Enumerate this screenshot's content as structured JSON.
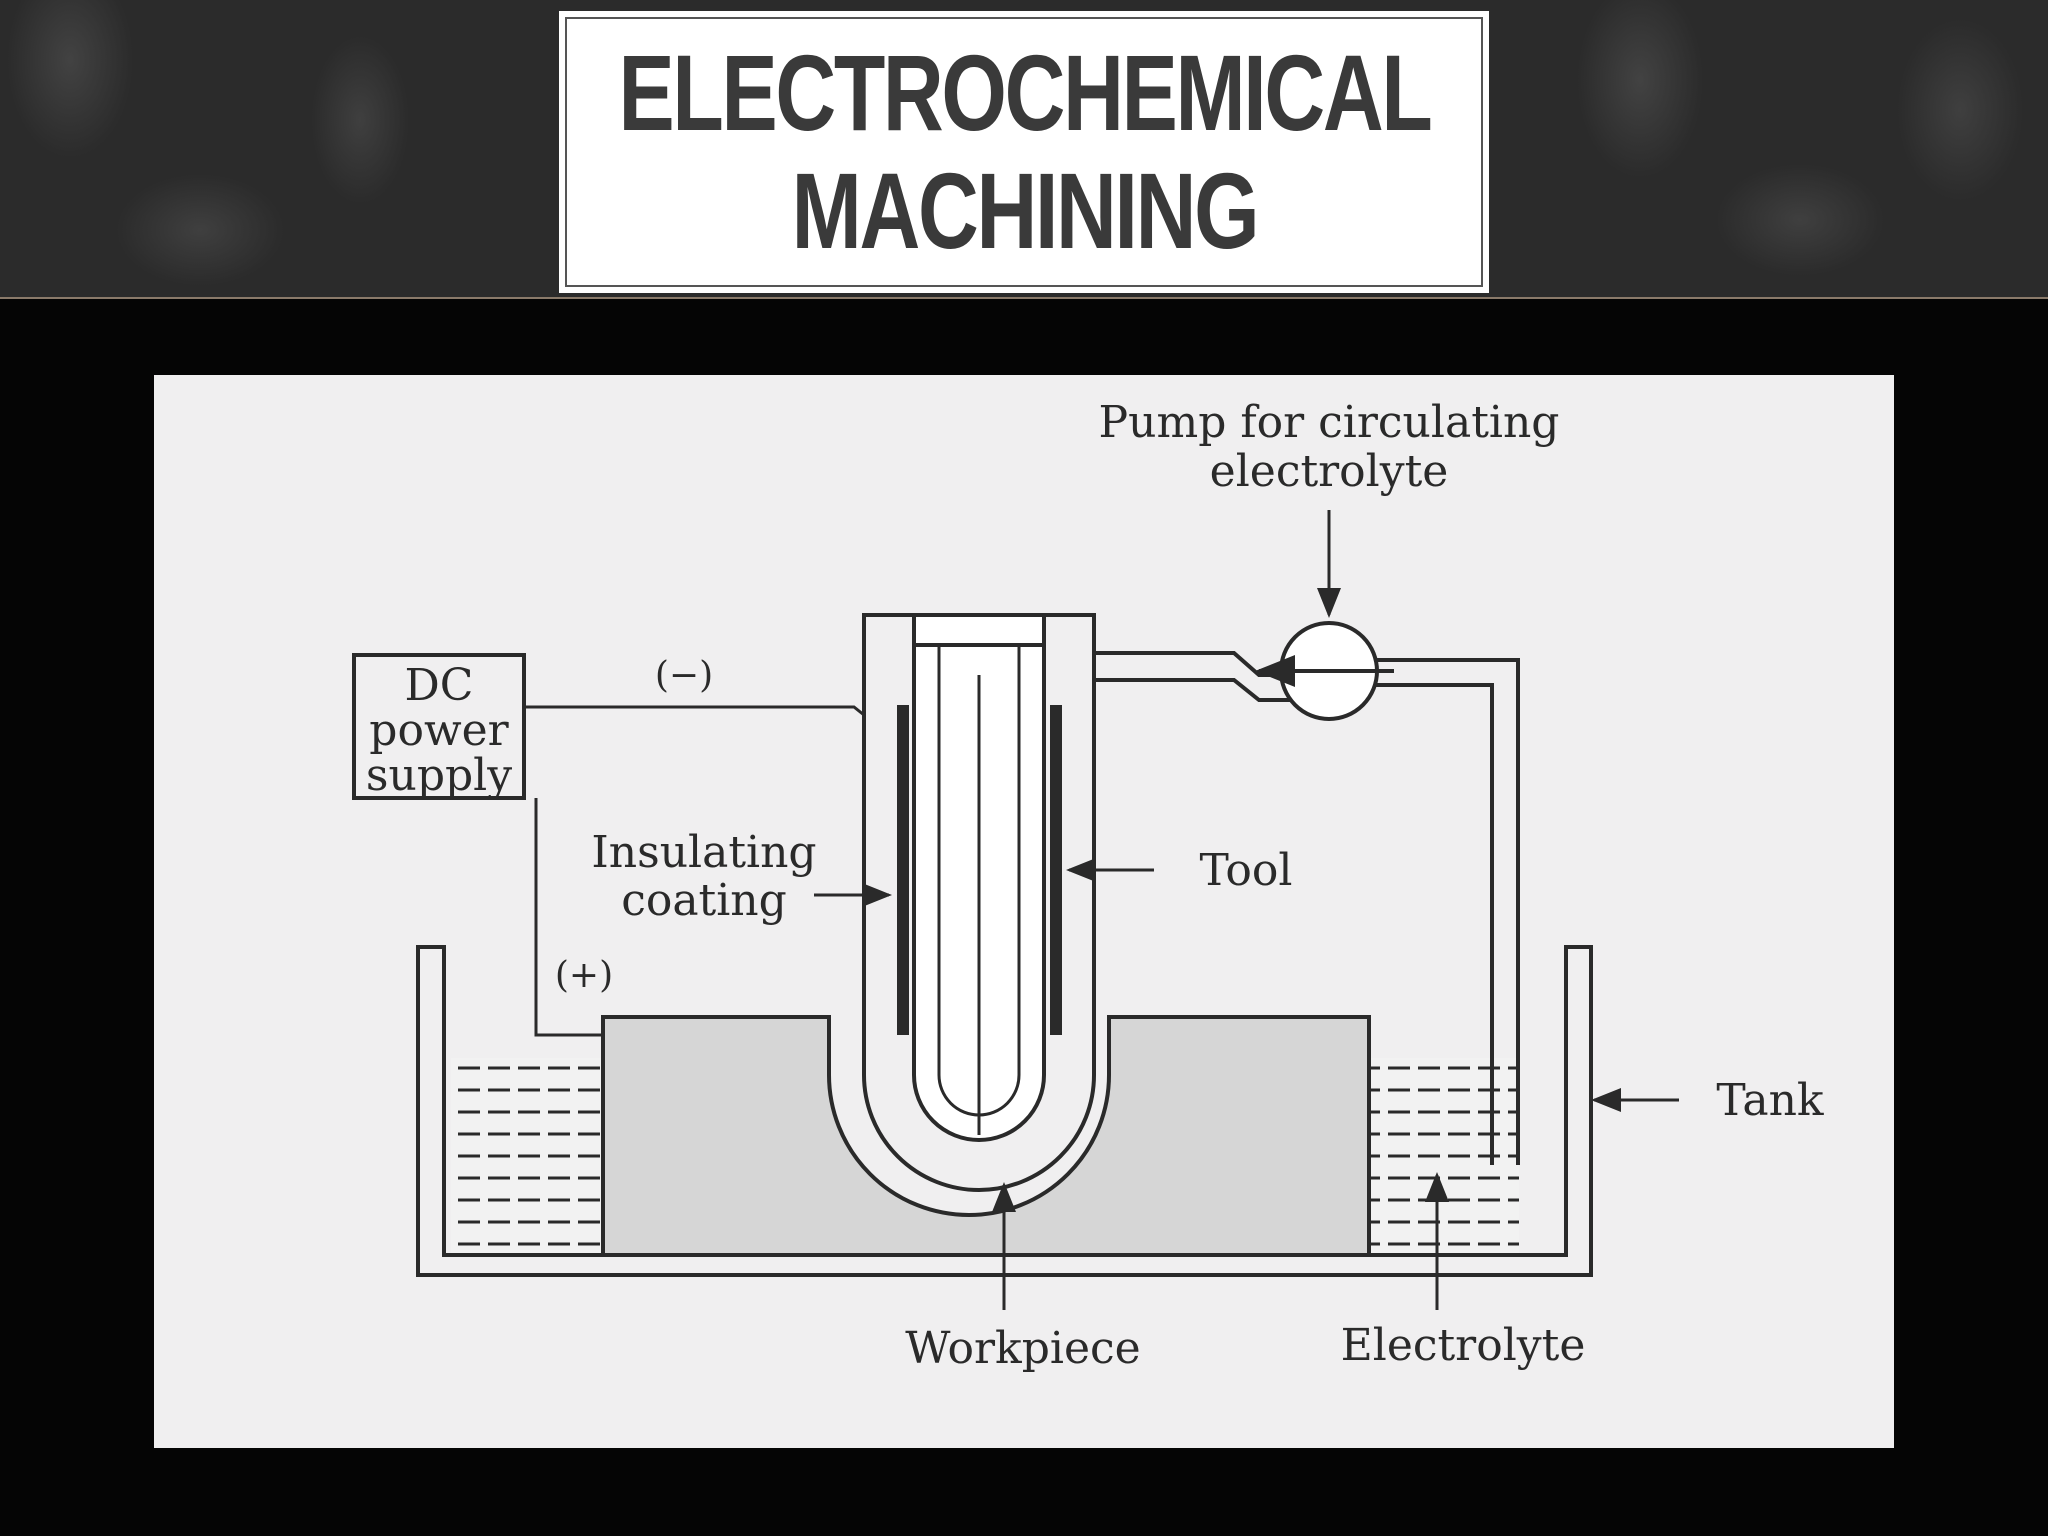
{
  "slide": {
    "title_line1": "ELECTROCHEMICAL",
    "title_line2": "MACHINING"
  },
  "diagram": {
    "labels": {
      "pump_line1": "Pump for circulating",
      "pump_line2": "electrolyte",
      "dc_line1": "DC",
      "dc_line2": "power",
      "dc_line3": "supply",
      "negative": "(−)",
      "positive": "(+)",
      "insulating_line1": "Insulating",
      "insulating_line2": "coating",
      "tool": "Tool",
      "tank": "Tank",
      "workpiece": "Workpiece",
      "electrolyte": "Electrolyte"
    },
    "colors": {
      "paper": "#f0eff0",
      "ink": "#2a2a2a",
      "workpiece_fill": "#d6d6d6",
      "electrolyte_fill": "#f2f2f2"
    }
  }
}
